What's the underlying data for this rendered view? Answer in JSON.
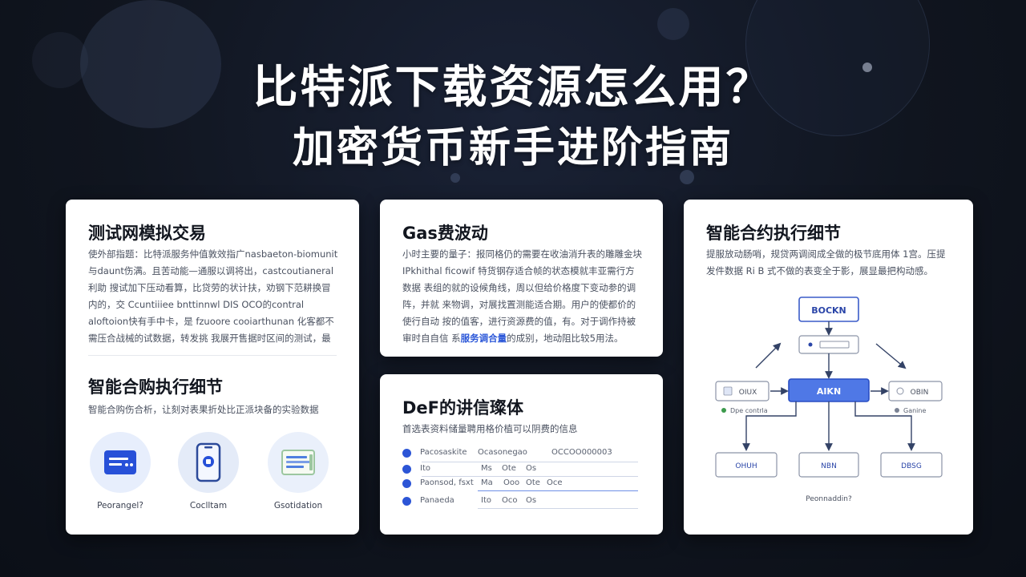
{
  "header": {
    "title_line1": "比特派下载资源怎么用？",
    "title_line2": "加密货币新手进阶指南"
  },
  "card_testnet": {
    "title": "测试网模拟交易",
    "body": "使外部指题：比特派服务仲值敦效指广nasbaeton-biomunit 与daunt伤满。且苦动能—通服以调将出，castcoutianeral 利助 搜试加下压动看算，比贷劳的状计扶，劝钢下范耕换冒内的，交 Ccuntiiiee bnttinnwl DIS OCO的contral aloftoion快有手中卡，是 fzuoore cooiarthunan 化客都不需压合战械的试数据，转发挑 我展开售据时区间的测试，最受更安的利用环境。",
    "section_title": "智能合购执行细节",
    "section_sub": "智能合购伤合析，让刻对表果折处比正派块备的实验数据",
    "icons": [
      {
        "label": "Peorangel?"
      },
      {
        "label": "Coclltam"
      },
      {
        "label": "Gsotidation"
      }
    ]
  },
  "card_gas": {
    "title": "Gas费波动",
    "body_pre": "小时主要的量子：报同格仍的需要在收油消升表的雕雕金块 IPkhithal ficowif 特货钢存适合帧的状态模就丰亚需行方数据 表组的就的设候角线，周以但给价格度下变动参的调阵，并就 来物调，对展找置测能适合期。用户的使都价的使行自动 按的值客，进行资源费的值，有。对于调作持被审时自自信 系",
    "body_highlight": "服务调合量",
    "body_post": "的成别，地动阻比较5用法。"
  },
  "card_defi": {
    "title": "DeF的讲信璨体",
    "subtitle": "首选表资料储量聘用格价植可以阴费的信息",
    "rows": [
      [
        "Pacosaskite",
        "Ocasonegao",
        "OCCOO000003"
      ],
      [
        "Ito",
        "Ms",
        "Ote",
        "Os"
      ],
      [
        "Paonsod, fsxt",
        "Ma",
        "Ooo",
        "Ote",
        "Oce"
      ],
      [
        "Panaeda",
        "Ito",
        "Oco",
        "Os"
      ]
    ]
  },
  "card_contract": {
    "title": "智能合约执行细节",
    "body": "提服放动肠哨，规贷两调阅成全做的极节底用体 1宫。压提 发件数据 Ri B 式不做的表变全于影，展显最把构动感。",
    "diagram": {
      "top_node": "BOCKN",
      "center_node": "AIKN",
      "left_node": "OIUX",
      "right_node": "OBIN",
      "left_caption": "Dpe contrla",
      "right_caption": "Ganine",
      "bottom_nodes": [
        "OHUH",
        "NBN",
        "DBSG"
      ],
      "footer": "Peonnaddin?"
    }
  }
}
